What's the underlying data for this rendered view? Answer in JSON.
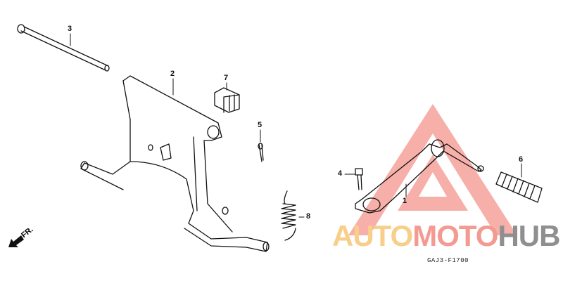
{
  "diagram": {
    "part_labels": [
      "1",
      "2",
      "3",
      "4",
      "5",
      "6",
      "7",
      "8"
    ],
    "diagram_code": "GAJ3-F1700",
    "front_indicator": "FR."
  },
  "watermark": {
    "part1": "AUTO",
    "part2": "MOTO",
    "part3": "HUB",
    "colors": {
      "auto": "#f8cf8a",
      "moto": "#f39a92",
      "hub": "#8f8f8f",
      "triangle": "#f39a92"
    }
  }
}
